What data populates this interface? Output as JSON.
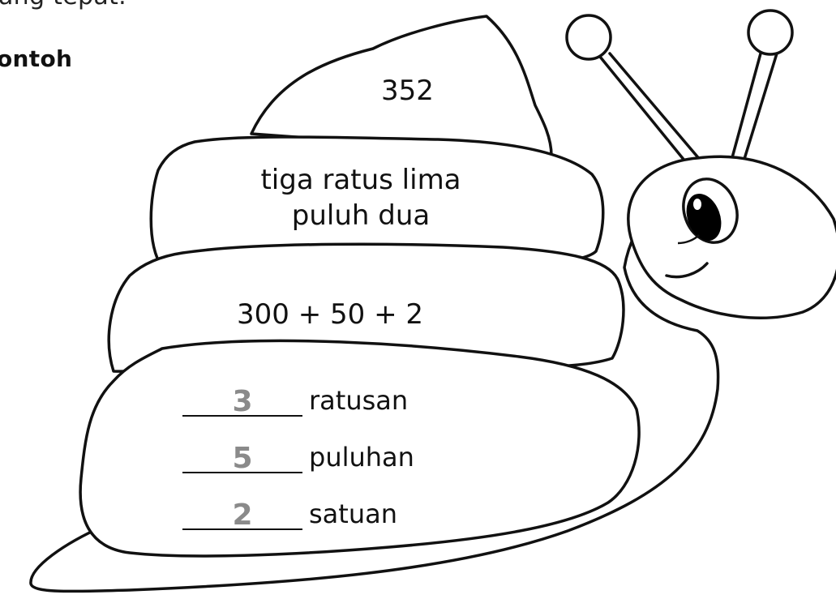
{
  "header": {
    "instruction_fragment": "ang tepat.",
    "example_label": "ontoh"
  },
  "snail": {
    "number": "352",
    "words_line1": "tiga ratus lima",
    "words_line2": "puluh dua",
    "expanded_form": "300 + 50 + 2",
    "place_values": [
      {
        "digit": "3",
        "label": "ratusan"
      },
      {
        "digit": "5",
        "label": "puluhan"
      },
      {
        "digit": "2",
        "label": "satuan"
      }
    ]
  },
  "colors": {
    "outline": "#111111",
    "answer_digit": "#8a8a8a",
    "eye": "#000000"
  }
}
